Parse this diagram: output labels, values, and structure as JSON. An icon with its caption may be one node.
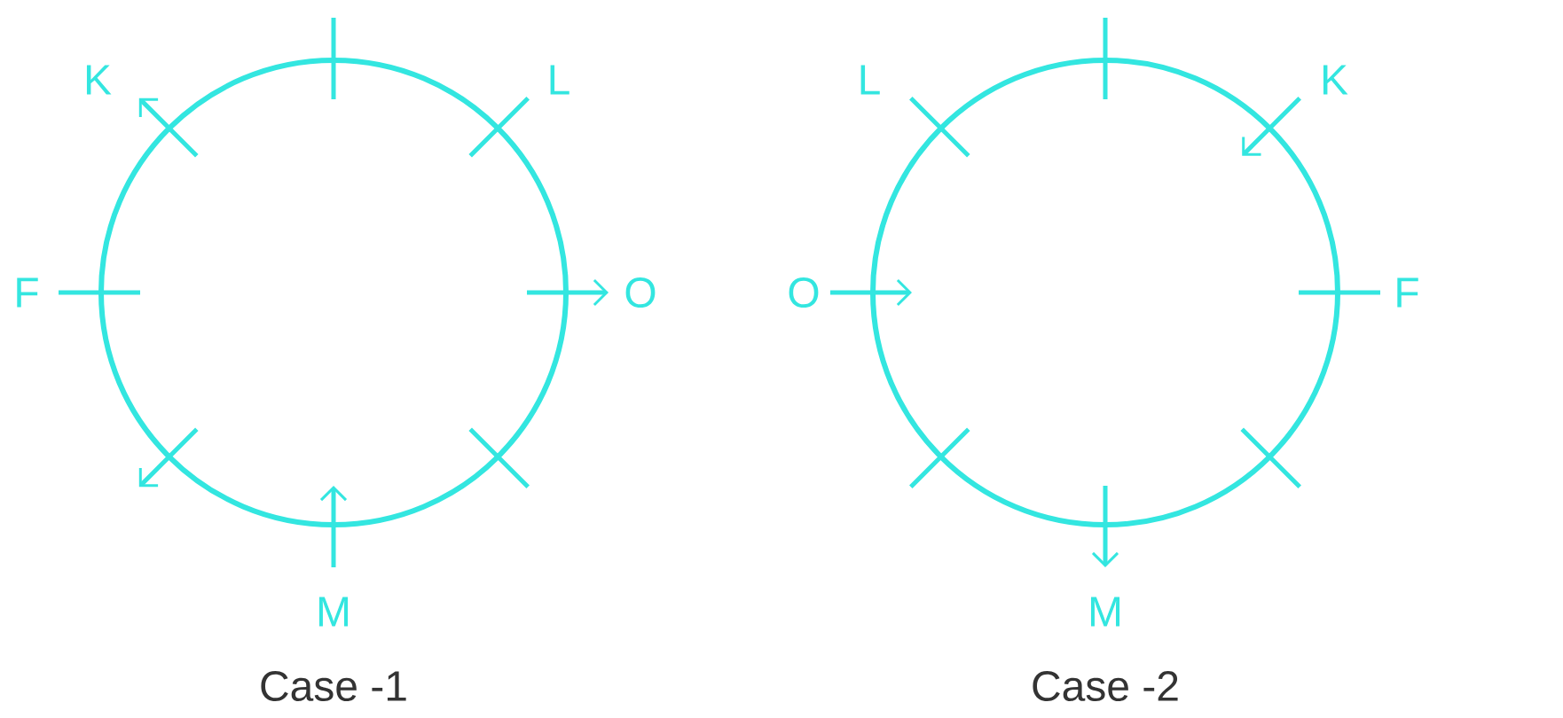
{
  "diagram": {
    "nodes": [
      {
        "text": [],
        "shape": "circle",
        "beside": [
          "Case -1"
        ]
      },
      {
        "text": [],
        "shape": "circle",
        "beside": [
          "Case -2"
        ]
      }
    ],
    "labels": [
      "K",
      "L",
      "F",
      "O",
      "M",
      "L",
      "K",
      "O",
      "F",
      "M"
    ]
  }
}
